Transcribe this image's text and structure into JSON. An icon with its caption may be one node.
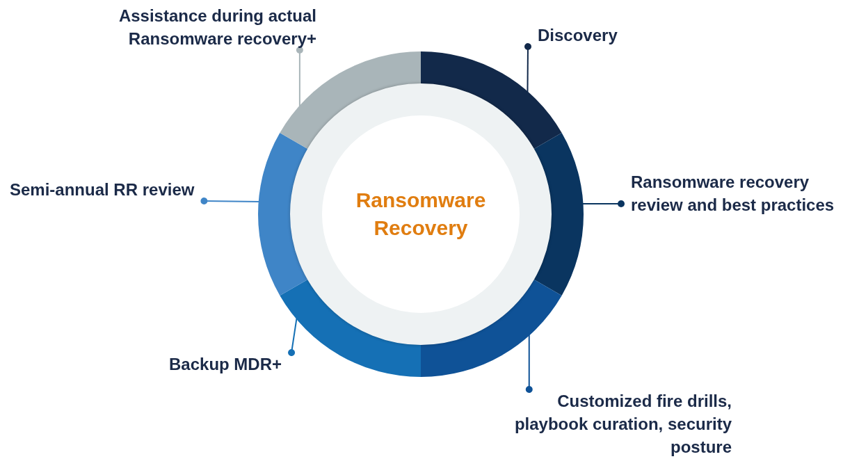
{
  "diagram": {
    "nodes": [
      {
        "text": [
          "Ransomware Recovery"
        ]
      },
      {
        "text": [],
        "shape": "arc"
      },
      {
        "text": [],
        "shape": "arc"
      },
      {
        "text": [],
        "shape": "arc"
      },
      {
        "text": [],
        "shape": "arc"
      },
      {
        "text": [],
        "shape": "arc"
      },
      {
        "text": [],
        "shape": "arc"
      },
      {
        "text": [
          "Assistance during actual Ransomware recovery+"
        ]
      },
      {
        "text": [
          "Discovery"
        ]
      },
      {
        "text": [
          "Ransomware recovery review and best practices"
        ]
      },
      {
        "text": [
          "Semi-annual RR review"
        ]
      },
      {
        "text": [
          "Backup MDR+"
        ]
      },
      {
        "text": [
          "Customized fire drills, playbook curation, security posture"
        ]
      }
    ],
    "edges": [
      {
        "from": 7,
        "to": 6,
        "arrow": "other",
        "color": "#a9b5b9"
      },
      {
        "from": 8,
        "to": 1,
        "arrow": "other",
        "color": "#12294a"
      },
      {
        "from": 9,
        "to": 2,
        "arrow": "other",
        "color": "#0a3560"
      },
      {
        "from": 10,
        "to": 5,
        "arrow": "other",
        "color": "#3f85c7"
      },
      {
        "from": 11,
        "to": 4,
        "arrow": "other",
        "color": "#1570b5"
      },
      {
        "from": 12,
        "to": 3,
        "arrow": "other",
        "color": "#0f5297"
      }
    ]
  }
}
